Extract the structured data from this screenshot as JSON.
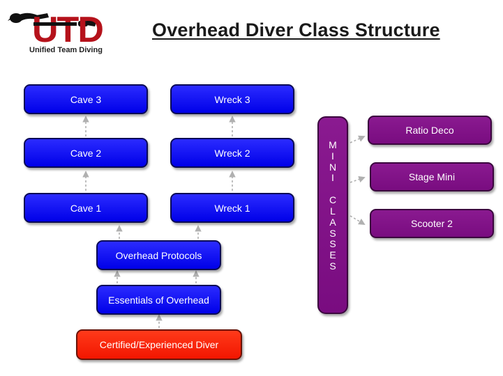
{
  "header": {
    "logo_letters": "UTD",
    "logo_tagline": "Unified Team Diving",
    "title": "Overhead Diver Class Structure"
  },
  "diagram": {
    "cave": [
      "Cave 3",
      "Cave 2",
      "Cave 1"
    ],
    "wreck": [
      "Wreck 3",
      "Wreck 2",
      "Wreck 1"
    ],
    "overhead_protocols": "Overhead Protocols",
    "essentials": "Essentials of Overhead",
    "certified": "Certified/Experienced Diver",
    "mini_word1": [
      "M",
      "I",
      "N",
      "I"
    ],
    "mini_word2": [
      "C",
      "L",
      "A",
      "S",
      "S",
      "E",
      "S"
    ],
    "mini_classes": [
      "Ratio Deco",
      "Stage Mini",
      "Scooter 2"
    ]
  },
  "colors": {
    "core_box": "#0a0aef",
    "entry_box": "#f21e00",
    "mini_box": "#7e1184",
    "arrow": "#b0b0b0"
  }
}
